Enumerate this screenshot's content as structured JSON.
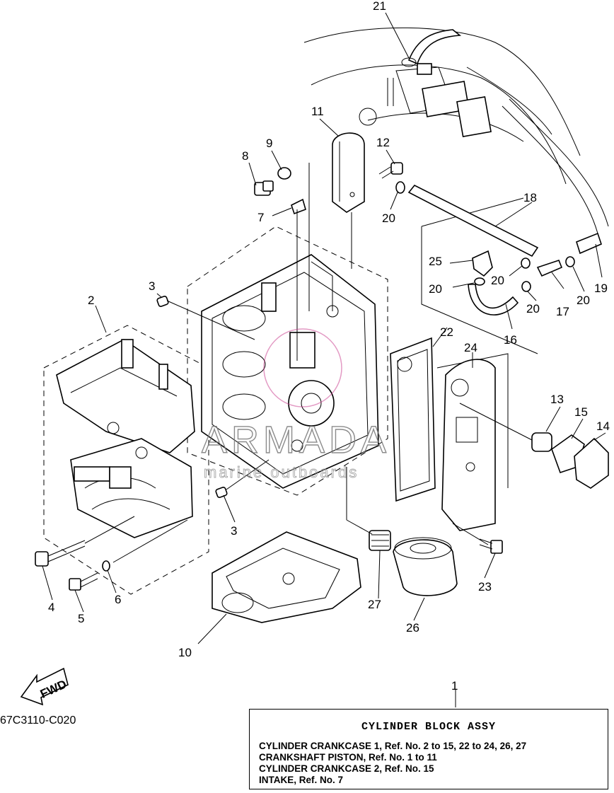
{
  "diagram": {
    "diagram_code": "67C3110-C020",
    "watermark": {
      "brand": "ARMADA",
      "tagline": "marine outboards"
    },
    "fwd_label": "FWD",
    "callouts": [
      "1",
      "2",
      "3",
      "3",
      "4",
      "5",
      "6",
      "7",
      "8",
      "9",
      "10",
      "11",
      "12",
      "13",
      "14",
      "15",
      "16",
      "17",
      "18",
      "19",
      "20",
      "20",
      "20",
      "20",
      "20",
      "20",
      "21",
      "22",
      "23",
      "24",
      "25",
      "26",
      "27"
    ]
  },
  "legend": {
    "title": "CYLINDER BLOCK ASSY",
    "lines": [
      "CYLINDER CRANKCASE 1, Ref. No. 2 to 15, 22 to 24, 26, 27",
      "CRANKSHAFT PISTON, Ref. No. 1 to 11",
      "CYLINDER CRANKCASE 2, Ref. No. 15",
      "INTAKE, Ref. No. 7"
    ]
  }
}
